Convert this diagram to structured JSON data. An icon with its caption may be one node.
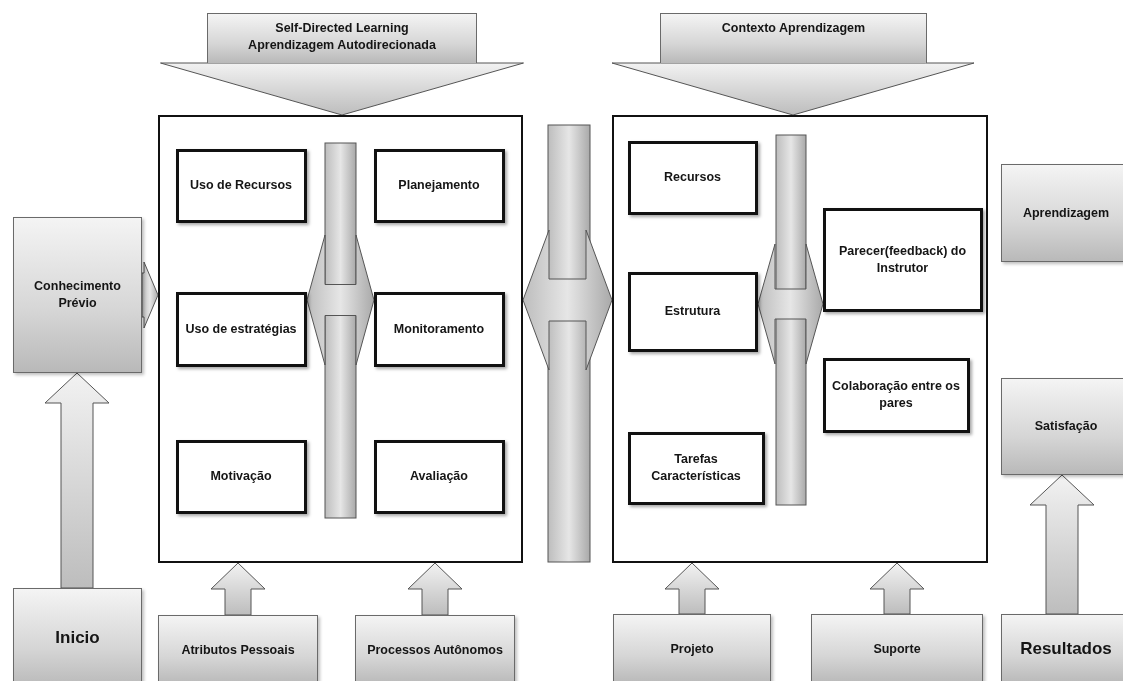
{
  "diagram": {
    "nodes": [
      {
        "text": [
          "Self-Directed Learning",
          "Aprendizagem  Autodirecionada"
        ]
      },
      {
        "text": [
          "Contexto Aprendizagem"
        ]
      },
      {
        "text": [],
        "shape": "box"
      },
      {
        "text": [
          "Uso de Recursos"
        ],
        "in": 2
      },
      {
        "text": [
          "Planejamento"
        ],
        "in": 2
      },
      {
        "text": [
          "Uso de estratégias"
        ],
        "in": 2
      },
      {
        "text": [
          "Monitoramento"
        ],
        "in": 2
      },
      {
        "text": [
          "Motivação"
        ],
        "in": 2
      },
      {
        "text": [
          "Avaliação"
        ],
        "in": 2
      },
      {
        "text": [],
        "shape": "box"
      },
      {
        "text": [
          "Recursos"
        ],
        "in": 9
      },
      {
        "text": [
          "Parecer(feedback) do Instrutor"
        ],
        "in": 9
      },
      {
        "text": [
          "Estrutura"
        ],
        "in": 9
      },
      {
        "text": [
          "Colaboração entre os pares"
        ],
        "in": 9
      },
      {
        "text": [
          "Tarefas Características"
        ],
        "in": 9
      },
      {
        "text": [
          "Conhecimento Prévio"
        ]
      },
      {
        "text": [
          "Aprendizagem"
        ]
      },
      {
        "text": [
          "Satisfação"
        ]
      },
      {
        "text": [
          "Inicio"
        ]
      },
      {
        "text": [
          "Atributos Pessoais"
        ]
      },
      {
        "text": [
          "Processos Autônomos"
        ]
      },
      {
        "text": [
          "Projeto"
        ]
      },
      {
        "text": [
          "Suporte"
        ]
      },
      {
        "text": [
          "Resultados"
        ]
      }
    ],
    "edges": [
      {
        "from": 0,
        "to": 2,
        "arrow": "to"
      },
      {
        "from": 1,
        "to": 9,
        "arrow": "to"
      },
      {
        "from": 15,
        "to": 2,
        "arrow": "to"
      },
      {
        "from": 5,
        "to": 6,
        "arrow": "both"
      },
      {
        "from": 2,
        "to": 9,
        "arrow": "both"
      },
      {
        "from": 12,
        "to": 11,
        "arrow": "both"
      },
      {
        "from": 18,
        "to": 15,
        "arrow": "to"
      },
      {
        "from": 19,
        "to": 2,
        "arrow": "to"
      },
      {
        "from": 20,
        "to": 2,
        "arrow": "to"
      },
      {
        "from": 21,
        "to": 9,
        "arrow": "to"
      },
      {
        "from": 22,
        "to": 9,
        "arrow": "to"
      },
      {
        "from": 23,
        "to": 17,
        "arrow": "to"
      }
    ]
  }
}
